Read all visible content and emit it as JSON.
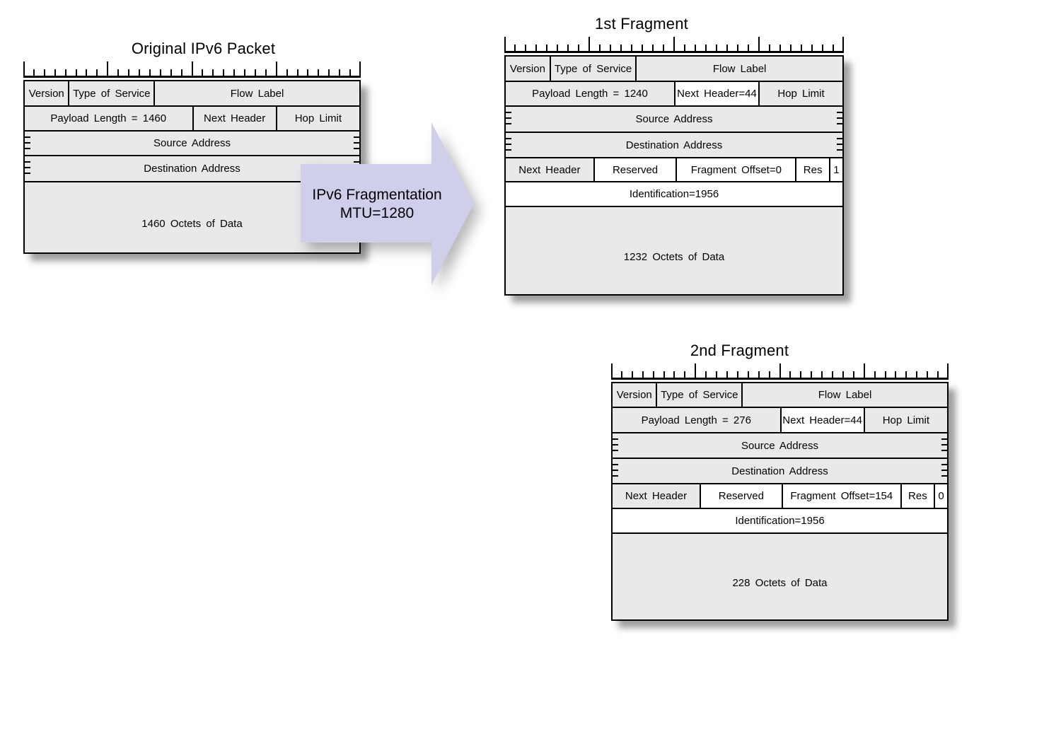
{
  "colors": {
    "cell_gray": "#e9e9e9",
    "cell_white": "#ffffff",
    "border": "#000000",
    "arrow_fill": "#cfcfec"
  },
  "arrow": {
    "line1": "IPv6 Fragmentation",
    "line2": "MTU=1280"
  },
  "packets": {
    "original": {
      "title": "Original IPv6 Packet",
      "version": "Version",
      "type_of_service": "Type of Service",
      "flow_label": "Flow Label",
      "payload_length": "Payload Length = 1460",
      "next_header": "Next Header",
      "hop_limit": "Hop Limit",
      "source_address": "Source Address",
      "destination_address": "Destination Address",
      "data": "1460 Octets of Data"
    },
    "fragment1": {
      "title": "1st Fragment",
      "version": "Version",
      "type_of_service": "Type of Service",
      "flow_label": "Flow Label",
      "payload_length": "Payload Length = 1240",
      "next_header": "Next Header=44",
      "hop_limit": "Hop Limit",
      "source_address": "Source Address",
      "destination_address": "Destination Address",
      "frag_next_header": "Next Header",
      "frag_reserved": "Reserved",
      "frag_offset": "Fragment Offset=0",
      "frag_res": "Res",
      "frag_m_flag": "1",
      "identification": "Identification=1956",
      "data": "1232 Octets of Data"
    },
    "fragment2": {
      "title": "2nd Fragment",
      "version": "Version",
      "type_of_service": "Type of Service",
      "flow_label": "Flow Label",
      "payload_length": "Payload Length = 276",
      "next_header": "Next Header=44",
      "hop_limit": "Hop Limit",
      "source_address": "Source Address",
      "destination_address": "Destination Address",
      "frag_next_header": "Next Header",
      "frag_reserved": "Reserved",
      "frag_offset": "Fragment Offset=154",
      "frag_res": "Res",
      "frag_m_flag": "0",
      "identification": "Identification=1956",
      "data": "228 Octets of Data"
    }
  }
}
